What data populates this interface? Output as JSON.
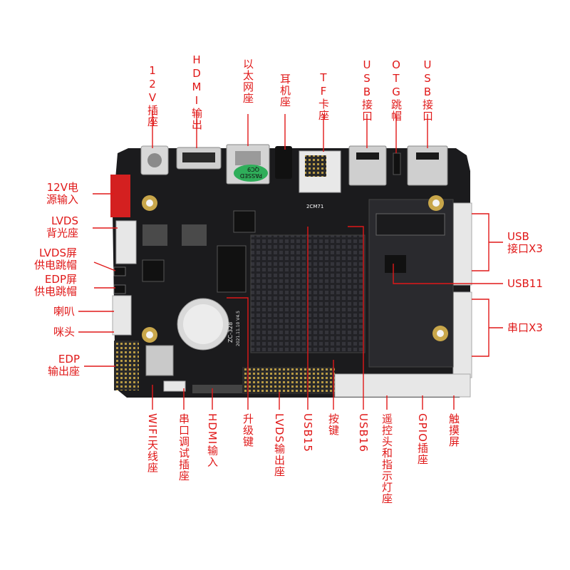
{
  "colors": {
    "label": "#e01818",
    "line": "#e01818",
    "pcb": "#1b1b1d",
    "heatsink": "#202024",
    "connector_white": "#e7e7e7",
    "connector_red": "#d42020"
  },
  "board": {
    "silk_model": "ZC-328",
    "silk_date": "2021.11.10  V4.5",
    "sticker_text": "PASSED",
    "sticker_code": "QC9",
    "chip_label": "2CM71"
  },
  "labels_top": [
    {
      "id": "12v-socket",
      "text": "12V插座"
    },
    {
      "id": "hdmi-out",
      "text": "HDMI输出"
    },
    {
      "id": "ethernet",
      "text": "以太网座"
    },
    {
      "id": "earphone",
      "text": "耳机座"
    },
    {
      "id": "tf-card",
      "text": "TF卡座"
    },
    {
      "id": "usb-port-a",
      "text": "USB接口"
    },
    {
      "id": "otg-jumper",
      "text": "OTG跳帽"
    },
    {
      "id": "usb-port-b",
      "text": "USB接口"
    }
  ],
  "labels_left": [
    {
      "id": "12v-power",
      "line1": "12V电",
      "line2": "源输入"
    },
    {
      "id": "lvds-backlight",
      "line1": "LVDS",
      "line2": "背光座"
    },
    {
      "id": "lvds-jumper",
      "line1": "LVDS屏",
      "line2": "供电跳帽"
    },
    {
      "id": "edp-jumper",
      "line1": "EDP屏",
      "line2": "供电跳帽"
    },
    {
      "id": "speaker",
      "line1": "喇叭",
      "line2": ""
    },
    {
      "id": "mic",
      "line1": "咪头",
      "line2": ""
    },
    {
      "id": "edp-out",
      "line1": "EDP",
      "line2": "输出座"
    }
  ],
  "labels_right": [
    {
      "id": "usb-x3",
      "line1": "USB",
      "line1b": "X3",
      "line2": "接口"
    },
    {
      "id": "usb11",
      "line1": "USB11",
      "line1b": "",
      "line2": ""
    },
    {
      "id": "uart-x3",
      "line1": "串口X3",
      "line1b": "",
      "line2": ""
    }
  ],
  "labels_bottom": [
    {
      "id": "wifi-antenna",
      "text": "WIFI天线座"
    },
    {
      "id": "uart-debug",
      "text": "串口调试插座"
    },
    {
      "id": "hdmi-in",
      "text": "HDMI输入"
    },
    {
      "id": "upgrade-key",
      "text": "升级键"
    },
    {
      "id": "lvds-out",
      "text": "LVDS输出座"
    },
    {
      "id": "usb15",
      "text": "USB15"
    },
    {
      "id": "button",
      "text": "按键"
    },
    {
      "id": "usb16",
      "text": "USB16"
    },
    {
      "id": "ir-led",
      "text": "遥控头和指示灯座"
    },
    {
      "id": "gpio",
      "text": "GPIO插座"
    },
    {
      "id": "touch",
      "text": "触摸屏"
    }
  ]
}
